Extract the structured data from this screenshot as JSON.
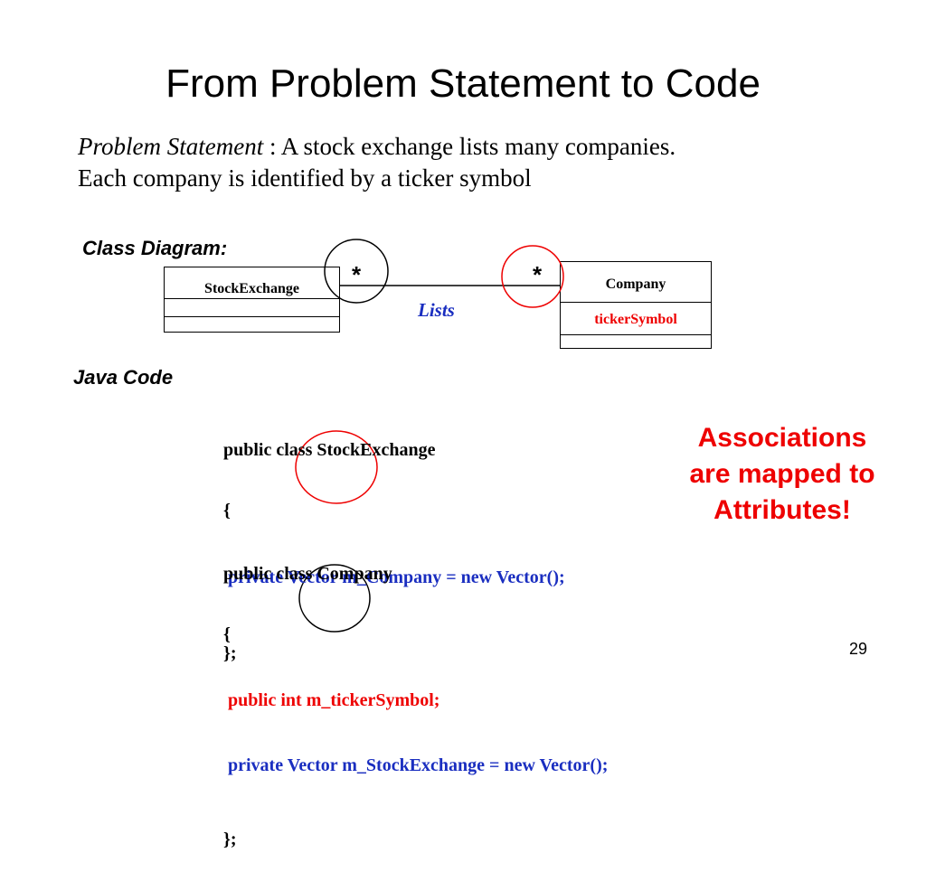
{
  "slide": {
    "title": "From Problem Statement to Code",
    "page_number": "29"
  },
  "problem": {
    "label": "Problem Statement",
    "line1_rest": " : A stock exchange lists many companies.",
    "line2": "Each company is identified by a ticker symbol"
  },
  "diagram": {
    "heading": "Class Diagram:",
    "class_left": {
      "name": "StockExchange"
    },
    "class_right": {
      "name": "Company",
      "attribute": "tickerSymbol"
    },
    "association_label": "Lists",
    "multiplicity_left": "*",
    "multiplicity_right": "*"
  },
  "code": {
    "heading": "Java Code",
    "class1": {
      "decl": "public class StockExchange",
      "open": "{",
      "field": " private Vector m_Company = new Vector();",
      "close": "};"
    },
    "class2": {
      "decl": "public class Company",
      "open": "{",
      "field1": " public int m_tickerSymbol;",
      "field2": " private Vector m_StockExchange = new Vector();",
      "close": "};"
    }
  },
  "note": {
    "line1": "Associations",
    "line2": "are mapped to",
    "line3": "Attributes!"
  },
  "colors": {
    "highlight": "#ee0000",
    "code_blue": "#1a2ec0"
  }
}
